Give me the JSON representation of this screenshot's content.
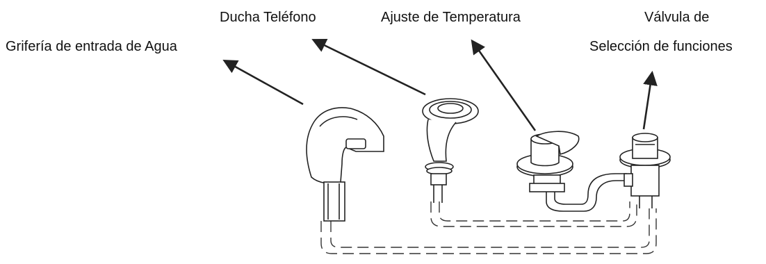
{
  "labels": {
    "inlet": "Grifería de entrada de Agua",
    "shower": "Ducha Teléfono",
    "temperature": "Ajuste de Temperatura",
    "valve_line1": "Válvula de",
    "valve_line2": "Selección de funciones"
  },
  "colors": {
    "line": "#222222",
    "text": "#111111"
  }
}
